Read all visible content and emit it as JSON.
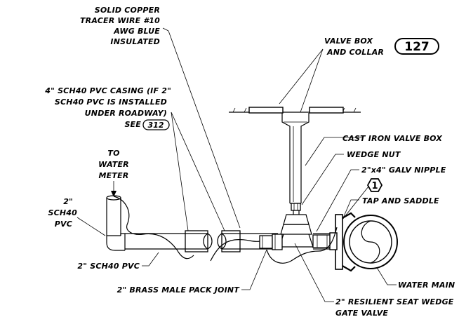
{
  "labels": {
    "tracer_wire": [
      "SOLID COPPER",
      "TRACER WIRE #10",
      "AWG BLUE",
      "INSULATED"
    ],
    "valve_box": [
      "VALVE BOX",
      "AND COLLAR"
    ],
    "valve_box_ref": "127",
    "casing": [
      "4\" SCH40 PVC CASING (IF 2\"",
      "SCH40 PVC IS INSTALLED",
      "UNDER ROADWAY)"
    ],
    "casing_see": "SEE",
    "casing_ref": "312",
    "cast_iron_box": "CAST IRON VALVE BOX",
    "wedge_nut": "WEDGE NUT",
    "nipple": "2\"x4\" GALV NIPPLE",
    "tap_ref": "1",
    "tap_saddle": "TAP AND SADDLE",
    "to_meter": [
      "TO",
      "WATER",
      "METER"
    ],
    "riser": [
      "2\"",
      "SCH40",
      "PVC"
    ],
    "service_pipe": "2\" SCH40 PVC",
    "pack_joint": "2\" BRASS MALE PACK JOINT",
    "water_main": "WATER MAIN",
    "gate_valve": [
      "2\" RESILIENT SEAT WEDGE",
      "GATE VALVE"
    ]
  }
}
